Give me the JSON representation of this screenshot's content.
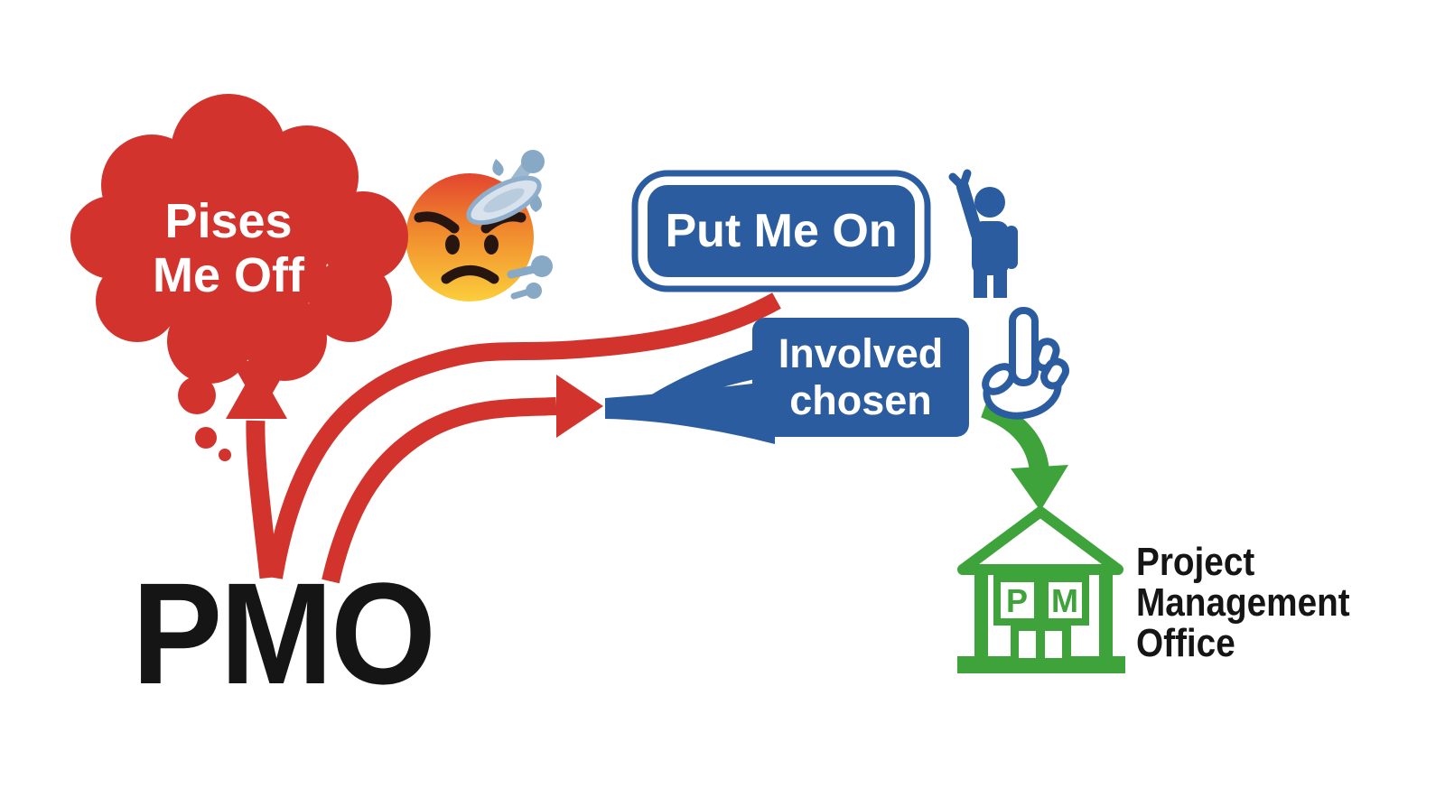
{
  "title": "PMO meanings meme diagram",
  "acronym": {
    "text": "PMO"
  },
  "thought_bubble": {
    "line1": "Pises",
    "line2": "Me Off"
  },
  "put_me_on": {
    "label": "Put Me On"
  },
  "involved_chosen": {
    "line1": "Involved",
    "line2": "chosen"
  },
  "pmo_office": {
    "line1": "Project",
    "line2": "Management",
    "line3": "Office",
    "window_left": "P",
    "window_right": "M"
  },
  "icons": {
    "emoji": "angry-steam-emoji",
    "person": "person-raising-hand-icon",
    "hand": "pointing-up-hand-icon",
    "building": "office-building-icon"
  },
  "colors": {
    "red": "#D2342D",
    "blue": "#2B5C9F",
    "green": "#3FA33C",
    "text_black": "#151515",
    "white": "#FFFFFF",
    "steam_blue": "#87A9C6"
  }
}
